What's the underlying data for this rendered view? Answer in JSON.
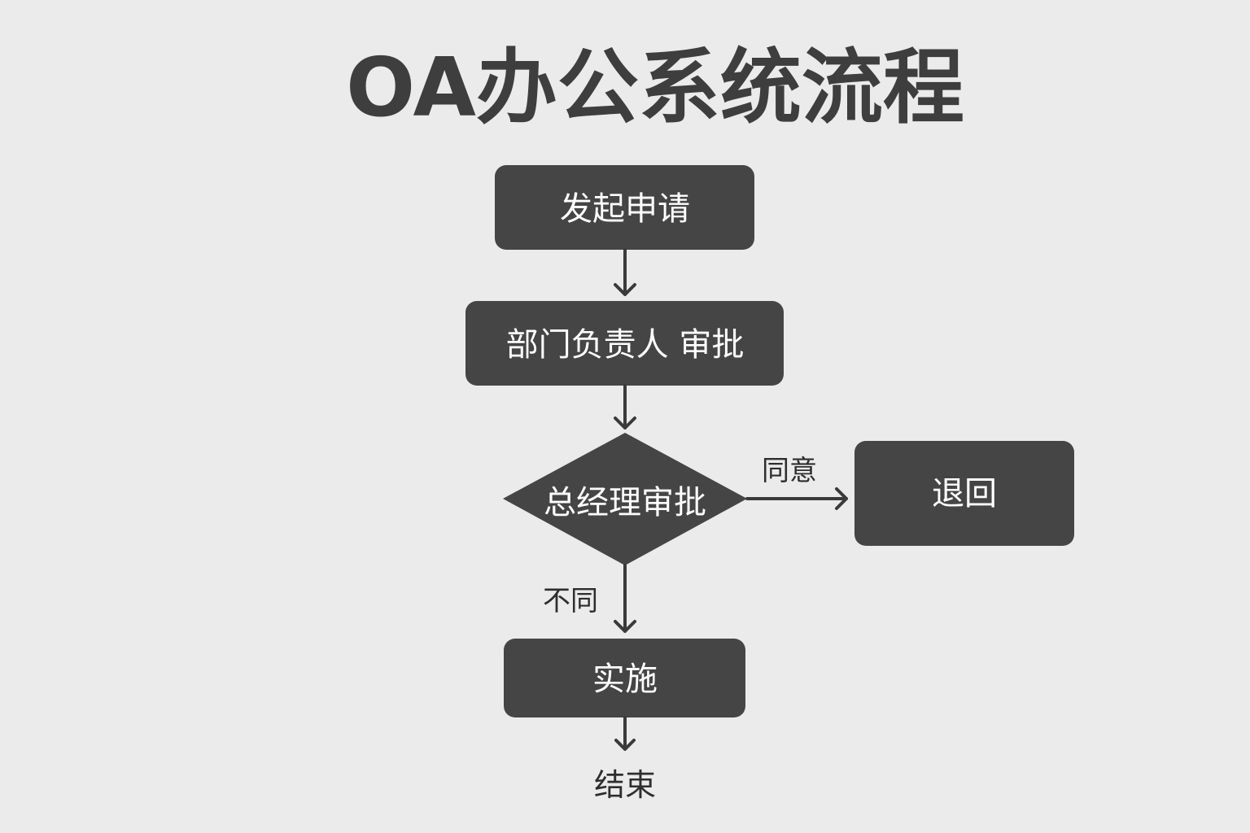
{
  "title": "OA办公系统流程",
  "nodes": {
    "start": "发起申请",
    "dept_approval": "部门负责人 审批",
    "gm_approval": "总经理审批",
    "return": "退回",
    "implement": "实施",
    "end": "结束"
  },
  "edge_labels": {
    "agree": "同意",
    "disagree": "不同"
  },
  "colors": {
    "background": "#ebebeb",
    "node_fill": "#454545",
    "node_text": "#ffffff",
    "line": "#3a3a3a"
  }
}
